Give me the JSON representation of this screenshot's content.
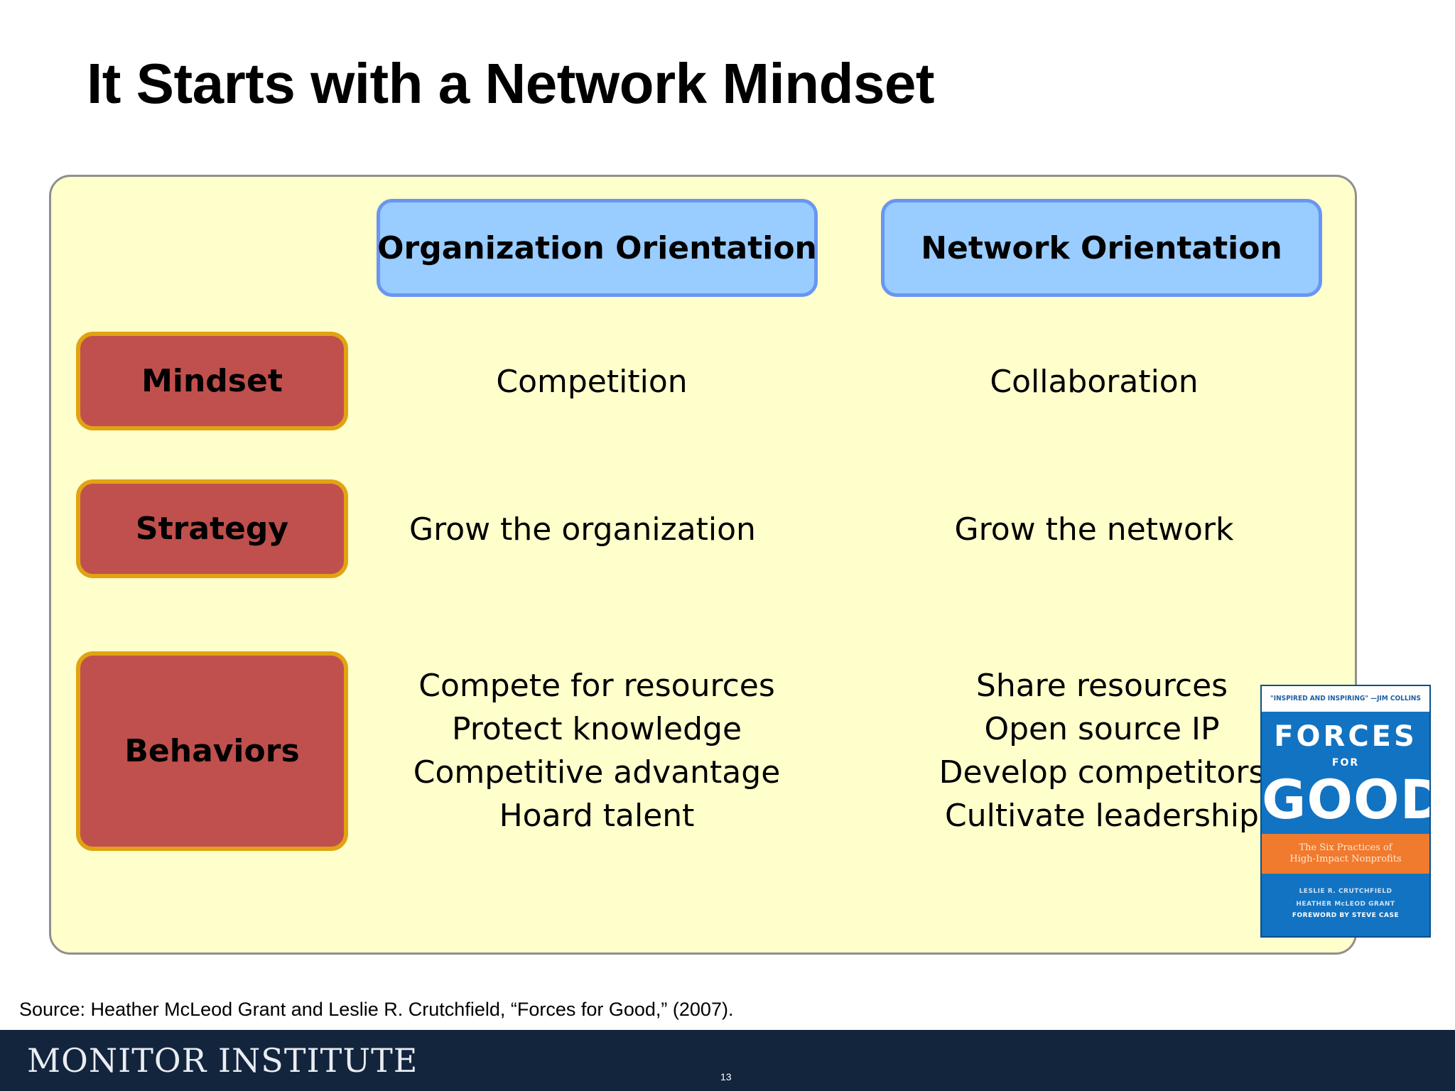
{
  "slide": {
    "title": "It Starts with a Network Mindset",
    "source": "Source: Heather McLeod Grant and Leslie R. Crutchfield, “Forces for Good,” (2007).",
    "page_number": "13"
  },
  "table": {
    "columns": [
      "Organization Orientation",
      "Network Orientation"
    ],
    "rows": [
      {
        "label": "Mindset",
        "organization": [
          "Competition"
        ],
        "network": [
          "Collaboration"
        ]
      },
      {
        "label": "Strategy",
        "organization": [
          "Grow the organization"
        ],
        "network": [
          "Grow the network"
        ]
      },
      {
        "label": "Behaviors",
        "organization": [
          "Compete for resources",
          "Protect knowledge",
          "Competitive advantage",
          "Hoard talent"
        ],
        "network": [
          "Share resources",
          "Open source IP",
          "Develop competitors",
          "Cultivate leadership"
        ]
      }
    ]
  },
  "book_cover": {
    "blurb": "\"INSPIRED AND INSPIRING\" —JIM COLLINS",
    "title_line1": "FORCES",
    "title_line2": "FOR",
    "title_line3": "GOOD",
    "subtitle_line1": "The Six Practices of",
    "subtitle_line2": "High-Impact Nonprofits",
    "author1": "LESLIE R. CRUTCHFIELD",
    "author2": "HEATHER McLEOD GRANT",
    "foreword": "FOREWORD BY STEVE CASE",
    "colors": {
      "cover": "#1273c2",
      "band": "#f07a2e"
    }
  },
  "footer": {
    "logo_text": "MONITOR INSTITUTE"
  },
  "colors": {
    "panel": "#ffffcc",
    "column_header": "#99ccff",
    "row_header": "#c0504d",
    "row_header_border": "#e1a313",
    "footer_bar": "#13243d"
  }
}
